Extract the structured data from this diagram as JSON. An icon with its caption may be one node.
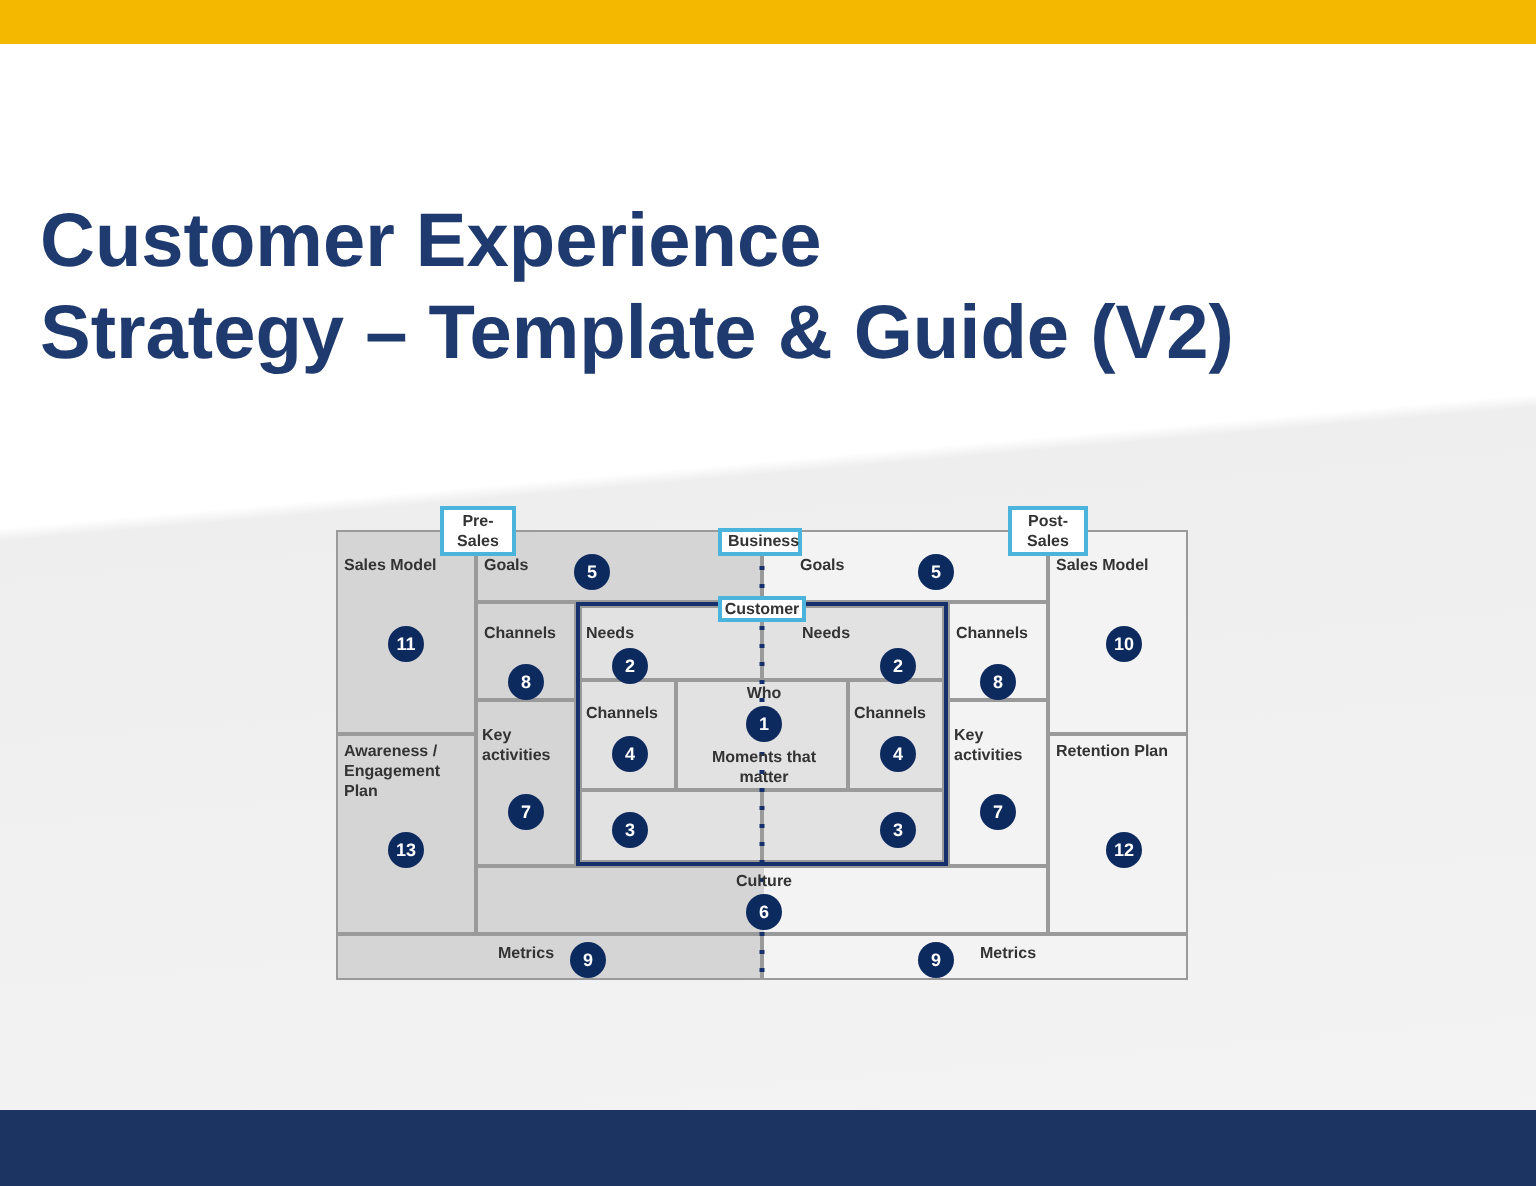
{
  "diagram": {
    "title": "Customer Experience Strategy – Template & Guide (V2)",
    "nodes": [
      {
        "text": [
          "Sales Model",
          "11"
        ]
      },
      {
        "text": [
          "Awareness / Engagement Plan",
          "13"
        ]
      },
      {
        "text": [
          "Goals",
          "5"
        ]
      },
      {
        "text": [
          "Channels",
          "8"
        ]
      },
      {
        "text": [
          "Key activities",
          "7"
        ]
      },
      {
        "text": [
          "Goals",
          "5"
        ]
      },
      {
        "text": [
          "Channels",
          "8"
        ]
      },
      {
        "text": [
          "Key activities",
          "7"
        ]
      },
      {
        "text": [
          "Sales Model",
          "10"
        ]
      },
      {
        "text": [
          "Retention Plan",
          "12"
        ]
      },
      {
        "text": [
          "Customer"
        ]
      },
      {
        "text": [
          "Needs",
          "2"
        ],
        "in": 10
      },
      {
        "text": [
          "Needs",
          "2"
        ],
        "in": 10
      },
      {
        "text": [
          "Channels",
          "4"
        ],
        "in": 10
      },
      {
        "text": [
          "Who",
          "1",
          "Moments that matter"
        ],
        "in": 10
      },
      {
        "text": [
          "Channels",
          "4"
        ],
        "in": 10
      },
      {
        "text": [
          "3"
        ],
        "in": 10
      },
      {
        "text": [
          "3"
        ],
        "in": 10
      },
      {
        "text": [
          "Culture",
          "6"
        ]
      },
      {
        "text": [
          "Metrics",
          "9"
        ]
      },
      {
        "text": [
          "Metrics",
          "9"
        ]
      },
      {
        "text": [
          "Pre-Sales"
        ]
      },
      {
        "text": [
          "Business"
        ]
      },
      {
        "text": [
          "Post-Sales"
        ]
      },
      {
        "text": [],
        "shape": "bar"
      },
      {
        "text": [],
        "shape": "bar"
      }
    ]
  }
}
